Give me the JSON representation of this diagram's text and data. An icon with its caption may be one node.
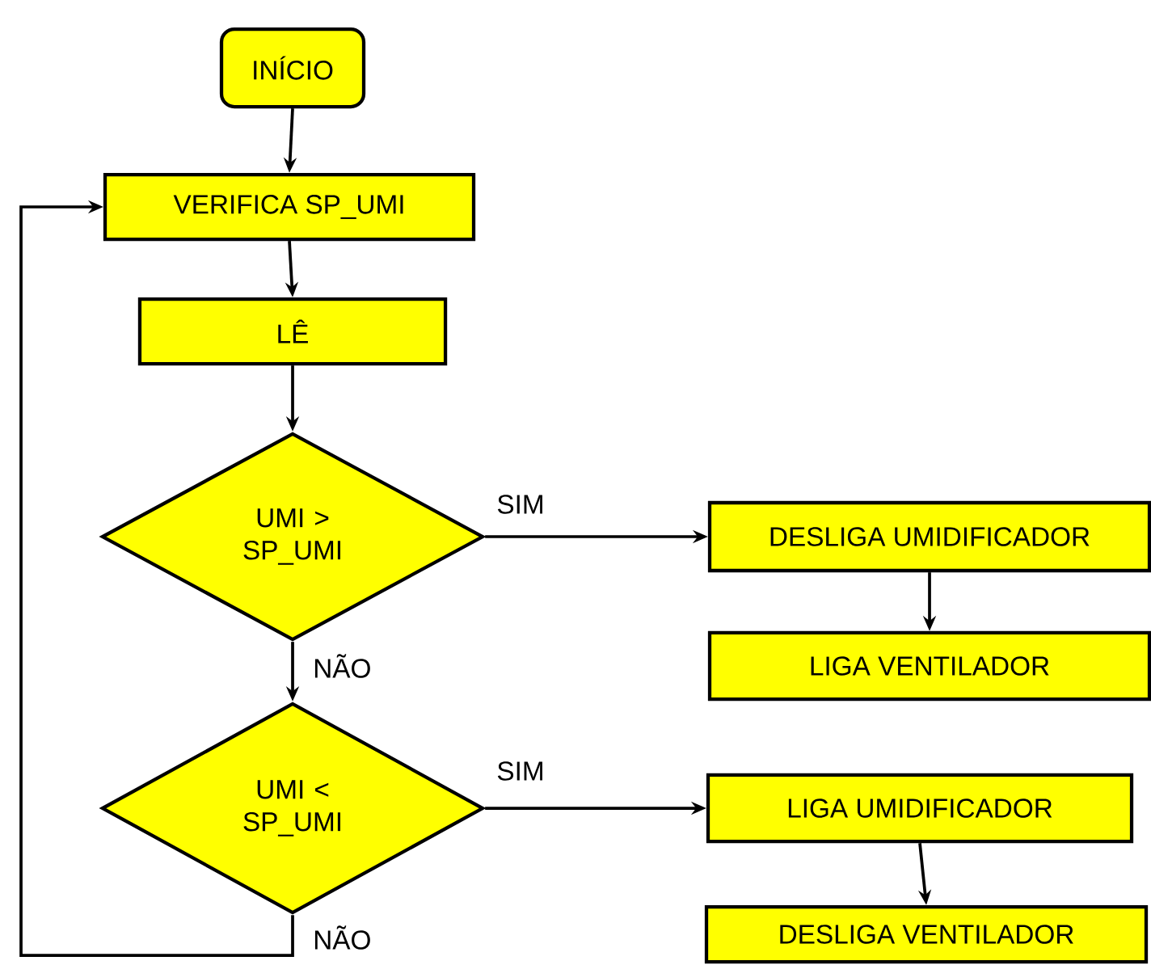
{
  "diagram": {
    "nodes": [
      {
        "text": [
          "INÍCIO"
        ]
      },
      {
        "text": [
          "VERIFICA SP_UMI"
        ]
      },
      {
        "text": [
          "LÊ"
        ]
      },
      {
        "text": [
          "UMI > SP_UMI"
        ]
      },
      {
        "text": [
          "UMI < SP_UMI"
        ]
      },
      {
        "text": [
          "DESLIGA UMIDIFICADOR"
        ]
      },
      {
        "text": [
          "LIGA VENTILADOR"
        ]
      },
      {
        "text": [
          "LIGA UMIDIFICADOR"
        ]
      },
      {
        "text": [
          "DESLIGA VENTILADOR"
        ]
      }
    ],
    "edges": [
      {
        "from": 0,
        "to": 1,
        "arrow": "to"
      },
      {
        "from": 1,
        "to": 2,
        "arrow": "to"
      },
      {
        "from": 2,
        "to": 3,
        "arrow": "to"
      },
      {
        "from": 3,
        "to": 5,
        "arrow": "to",
        "label": "SIM"
      },
      {
        "from": 5,
        "to": 6,
        "arrow": "to"
      },
      {
        "from": 3,
        "to": 4,
        "arrow": "to",
        "label": "NÃO"
      },
      {
        "from": 4,
        "to": 7,
        "arrow": "to",
        "label": "SIM"
      },
      {
        "from": 7,
        "to": 8,
        "arrow": "to"
      },
      {
        "from": 4,
        "to": 1,
        "arrow": "to",
        "label": "NÃO"
      }
    ]
  }
}
